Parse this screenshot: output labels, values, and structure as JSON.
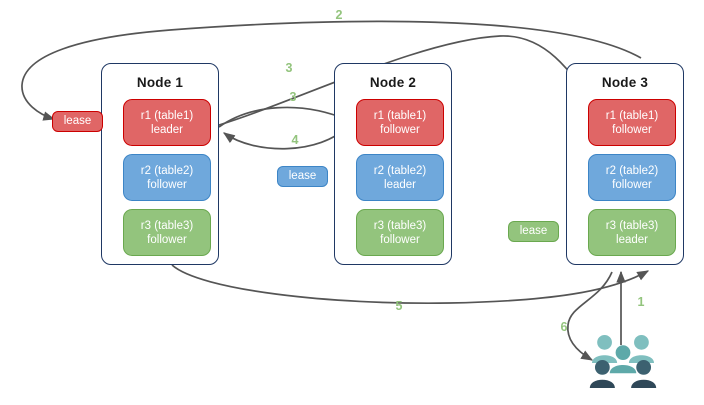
{
  "diagram": {
    "title": "",
    "colors": {
      "red": "#e06666",
      "red_border": "#cc0000",
      "blue": "#6fa8dc",
      "blue_border": "#3d85c6",
      "green": "#93c47d",
      "green_border": "#6aa84f",
      "node_border": "#1f3864",
      "edge": "#434343",
      "step_label": "#93c47d",
      "people_light": "#7fbfbf",
      "people_dark": "#2f4858"
    }
  },
  "nodes": [
    {
      "title": "Node 1",
      "replicas": [
        {
          "name": "r1 (table1)",
          "role": "leader",
          "color": "red"
        },
        {
          "name": "r2 (table2)",
          "role": "follower",
          "color": "blue"
        },
        {
          "name": "r3 (table3)",
          "role": "follower",
          "color": "green"
        }
      ]
    },
    {
      "title": "Node 2",
      "replicas": [
        {
          "name": "r1 (table1)",
          "role": "follower",
          "color": "red"
        },
        {
          "name": "r2 (table2)",
          "role": "leader",
          "color": "blue"
        },
        {
          "name": "r3 (table3)",
          "role": "follower",
          "color": "green"
        }
      ]
    },
    {
      "title": "Node 3",
      "replicas": [
        {
          "name": "r1 (table1)",
          "role": "follower",
          "color": "red"
        },
        {
          "name": "r2 (table2)",
          "role": "follower",
          "color": "blue"
        },
        {
          "name": "r3 (table3)",
          "role": "leader",
          "color": "green"
        }
      ]
    }
  ],
  "leases": [
    {
      "label": "lease",
      "color": "red"
    },
    {
      "label": "lease",
      "color": "blue"
    },
    {
      "label": "lease",
      "color": "green"
    }
  ],
  "steps": [
    {
      "label": "1"
    },
    {
      "label": "2"
    },
    {
      "label": "3"
    },
    {
      "label": "3"
    },
    {
      "label": "4"
    },
    {
      "label": "5"
    },
    {
      "label": "6"
    }
  ],
  "actors": {
    "label": "users-group"
  }
}
